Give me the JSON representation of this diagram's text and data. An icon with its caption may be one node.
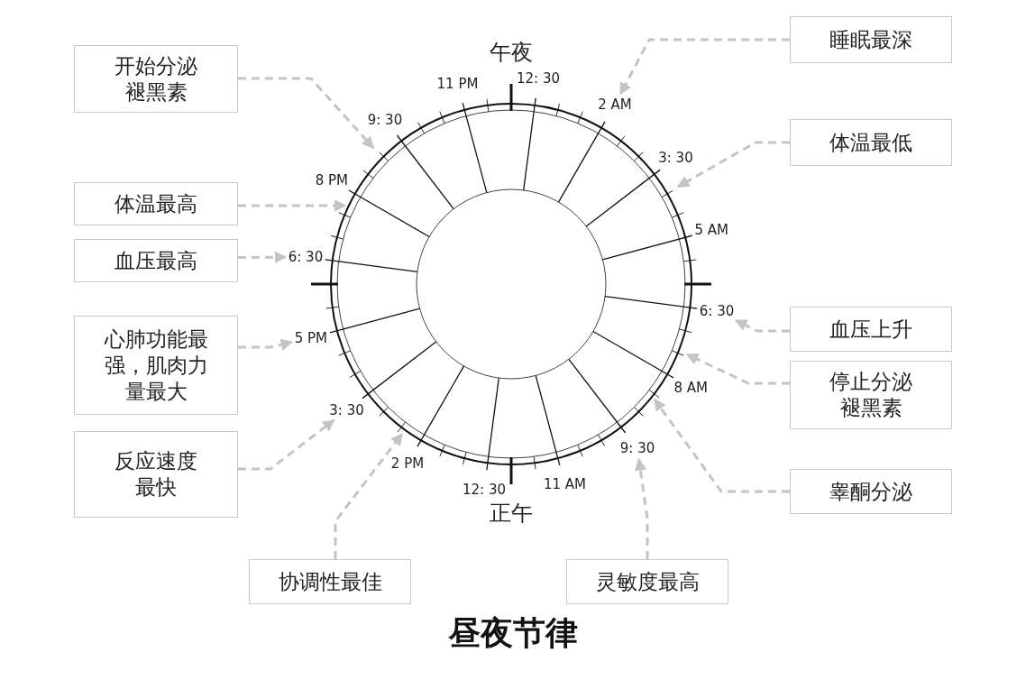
{
  "diagram": {
    "title": "昼夜节律",
    "nodes": [
      {
        "text": [
          "睡眠最深"
        ]
      },
      {
        "text": [
          "开始分泌褪黑素"
        ]
      },
      {
        "text": [
          "体温最低"
        ]
      },
      {
        "text": [
          "体温最高"
        ]
      },
      {
        "text": [
          "血压最高"
        ]
      },
      {
        "text": [
          "心肺功能最强，肌肉力量最大"
        ]
      },
      {
        "text": [
          "血压上升"
        ]
      },
      {
        "text": [
          "停止分泌褪黑素"
        ]
      },
      {
        "text": [
          "反应速度最快"
        ]
      },
      {
        "text": [
          "睾酮分泌"
        ]
      },
      {
        "text": [
          "协调性最佳"
        ]
      },
      {
        "text": [
          "灵敏度最高"
        ]
      },
      {
        "text": [
          "2 AM"
        ]
      },
      {
        "text": [
          "6: 30"
        ]
      },
      {
        "text": [
          "6: 30"
        ]
      },
      {
        "text": [
          "5 PM"
        ]
      },
      {
        "text": [
          "3: 30"
        ]
      },
      {
        "text": [
          "9: 30"
        ]
      }
    ],
    "edges": [
      {
        "from": 0,
        "to": 12,
        "arrow": "to",
        "style": "dashed"
      },
      {
        "from": 1,
        "to": null,
        "arrow": "to",
        "style": "dashed"
      },
      {
        "from": 2,
        "to": null,
        "arrow": "to",
        "style": "dashed"
      },
      {
        "from": 3,
        "to": null,
        "arrow": "to",
        "style": "dashed"
      },
      {
        "from": 4,
        "to": 13,
        "arrow": "to",
        "style": "dashed"
      },
      {
        "from": 5,
        "to": 15,
        "arrow": "to",
        "style": "dashed"
      },
      {
        "from": 6,
        "to": 14,
        "arrow": "to",
        "style": "dashed"
      },
      {
        "from": 7,
        "to": null,
        "arrow": "to",
        "style": "dashed"
      },
      {
        "from": 8,
        "to": 16,
        "arrow": "to",
        "style": "dashed"
      },
      {
        "from": 9,
        "to": null,
        "arrow": "to",
        "style": "dashed"
      },
      {
        "from": 10,
        "to": null,
        "arrow": "to",
        "style": "dashed"
      },
      {
        "from": 11,
        "to": 17,
        "arrow": "to",
        "style": "dashed"
      }
    ],
    "labels": [
      "午夜",
      "11 PM",
      "12: 30",
      "9: 30",
      "3: 30",
      "8 PM",
      "5 AM",
      "8 AM",
      "2 PM",
      "11 AM",
      "12: 30",
      "正午"
    ]
  }
}
